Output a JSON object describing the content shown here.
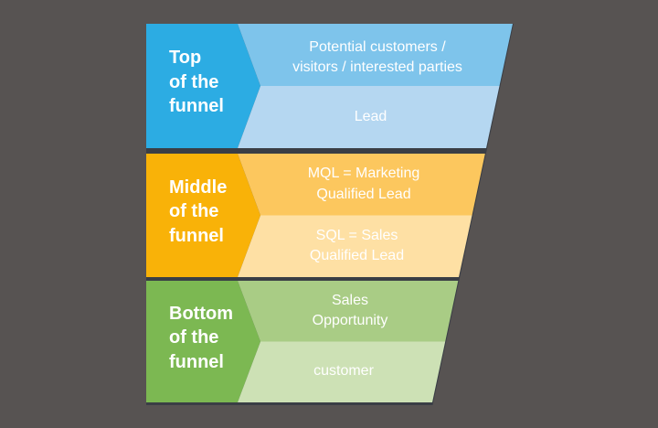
{
  "title": "Sales funnel diagram",
  "canvas": {
    "background": "#575352",
    "backdrop": "#3A3E45",
    "text_color": "#FFFFFF"
  },
  "funnel": {
    "stages": [
      {
        "label": "Top\nof the\nfunnel",
        "colors": {
          "arrow": "#2CACE3",
          "band_top": "#7EC4EB",
          "band_bottom": "#B5D7F1"
        },
        "bands": [
          {
            "text": "Potential customers /\nvisitors / interested parties"
          },
          {
            "text": "Lead"
          }
        ]
      },
      {
        "label": "Middle\nof the\nfunnel",
        "colors": {
          "arrow": "#F9B208",
          "band_top": "#FCC75E",
          "band_bottom": "#FEE0A4"
        },
        "bands": [
          {
            "text": "MQL = Marketing\nQualified Lead"
          },
          {
            "text": "SQL = Sales\nQualified Lead"
          }
        ]
      },
      {
        "label": "Bottom\nof the\nfunnel",
        "colors": {
          "arrow": "#7CB852",
          "band_top": "#A9CC85",
          "band_bottom": "#CDE1B5"
        },
        "bands": [
          {
            "text": "Sales\nOpportunity"
          },
          {
            "text": "customer"
          }
        ]
      }
    ]
  }
}
